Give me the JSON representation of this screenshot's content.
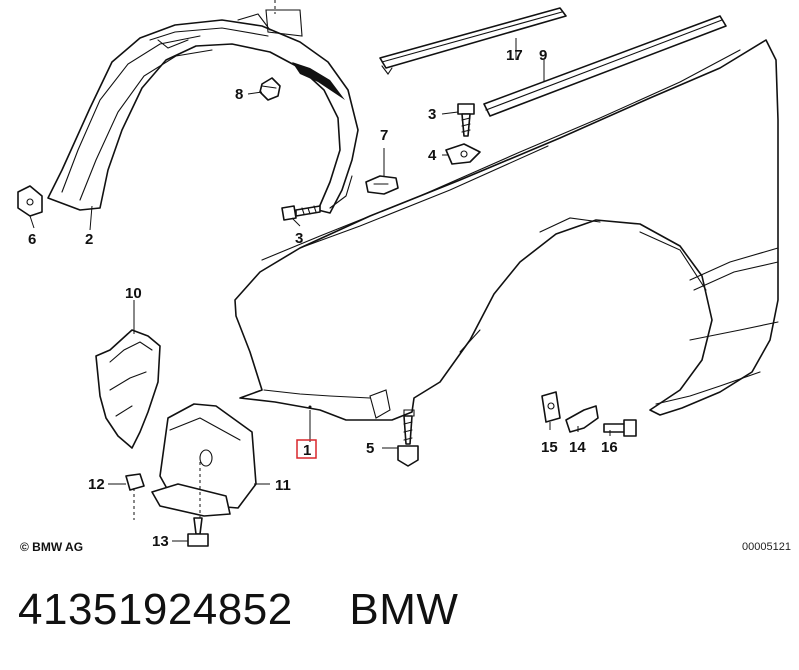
{
  "diagram": {
    "copyright": "© BMW AG",
    "drawing_code": "00005121",
    "labels": {
      "p1": "1",
      "p2": "2",
      "p3a": "3",
      "p3b": "3",
      "p4": "4",
      "p5": "5",
      "p6": "6",
      "p7": "7",
      "p8": "8",
      "p9": "9",
      "p10": "10",
      "p11": "11",
      "p12": "12",
      "p13": "13",
      "p14": "14",
      "p15": "15",
      "p16": "16",
      "p17": "17"
    },
    "highlight_color": "#d9262b"
  },
  "footer": {
    "part_number": "41351924852",
    "brand": "BMW"
  }
}
